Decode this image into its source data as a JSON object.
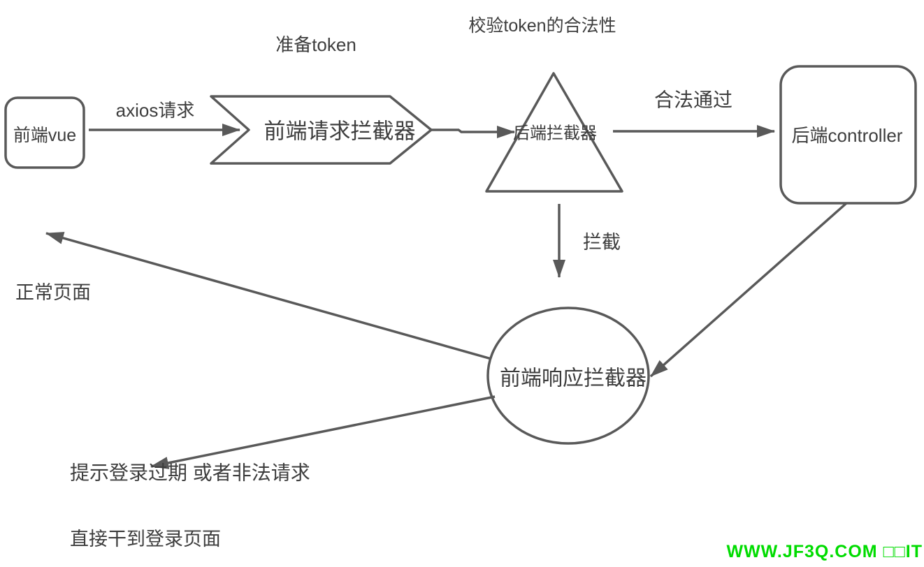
{
  "diagram": {
    "nodes": {
      "frontend_vue": "前端vue",
      "frontend_request_interceptor": "前端请求拦截器",
      "backend_interceptor": "后端拦截器",
      "backend_controller": "后端controller",
      "frontend_response_interceptor": "前端响应拦截器"
    },
    "labels": {
      "axios_request": "axios请求",
      "prepare_token": "准备token",
      "validate_token_title": "校验token的合法性",
      "legal_pass": "合法通过",
      "intercept": "拦截"
    },
    "outcomes": {
      "normal_page": "正常页面",
      "login_expired": "提示登录过期 或者非法请求",
      "goto_login": "直接干到登录页面"
    },
    "watermark": "WWW.JF3Q.COM □□IT",
    "colors": {
      "stroke": "#595959",
      "text": "#3d3d3d",
      "watermark_green": "#00dc00",
      "background": "#ffffff"
    }
  }
}
